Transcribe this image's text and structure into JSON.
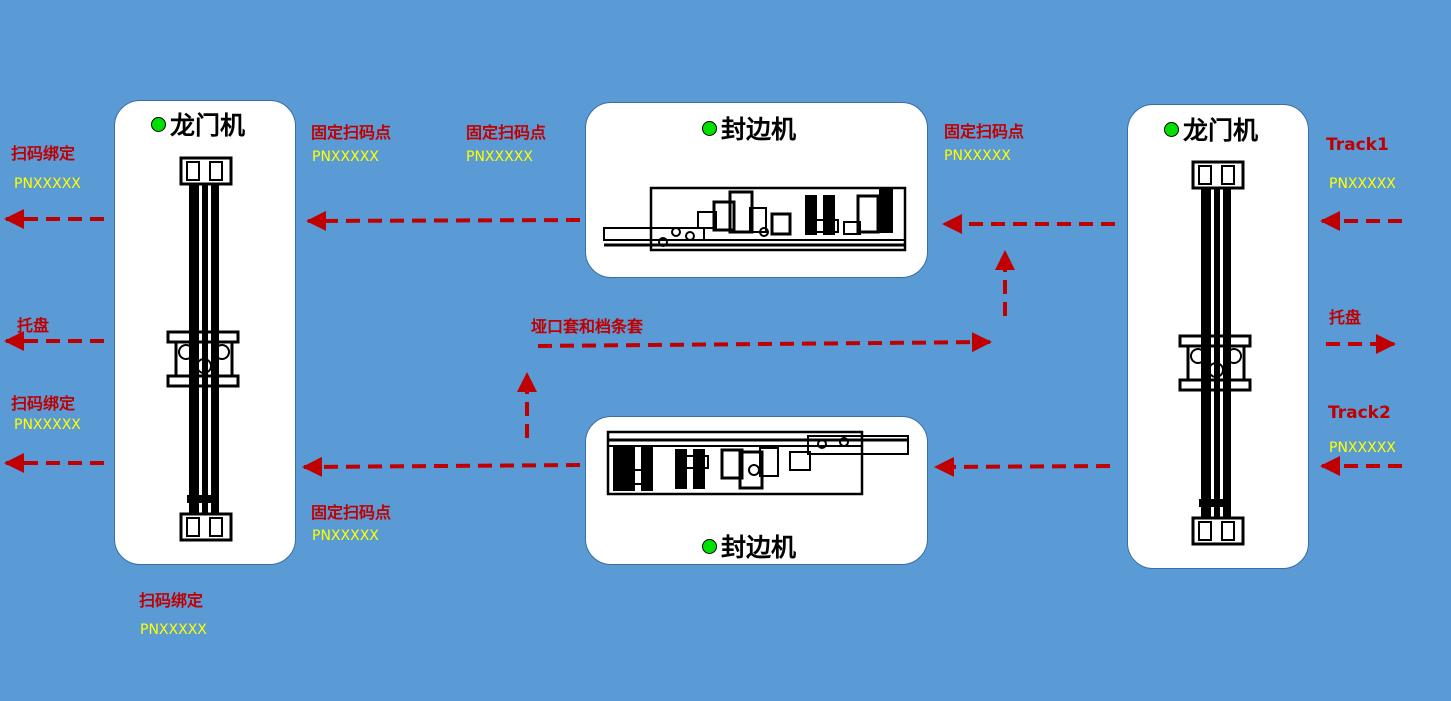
{
  "colors": {
    "background": "#5b9bd5",
    "arrow": "#c00000",
    "label": "#c00000",
    "code": "#ffff00",
    "status_dot": "#00e000"
  },
  "machines": {
    "gantry_left": {
      "title": "龙门机",
      "status": "online"
    },
    "edge_top": {
      "title": "封边机",
      "status": "online"
    },
    "edge_bottom": {
      "title": "封边机",
      "status": "online"
    },
    "gantry_right": {
      "title": "龙门机",
      "status": "online"
    }
  },
  "labels": {
    "left_out_top": {
      "text": "扫码绑定",
      "code": "PNXXXXX"
    },
    "left_tray": {
      "text": "托盘"
    },
    "left_out_bottom": {
      "text": "扫码绑定",
      "code": "PNXXXXX"
    },
    "left_bottom_bind": {
      "text": "扫码绑定",
      "code": "PNXXXXX"
    },
    "fixed_scan_lt": {
      "text": "固定扫码点",
      "code": "PNXXXXX"
    },
    "fixed_scan_tm": {
      "text": "固定扫码点",
      "code": "PNXXXXX"
    },
    "fixed_scan_tr": {
      "text": "固定扫码点",
      "code": "PNXXXXX"
    },
    "fixed_scan_lb": {
      "text": "固定扫码点",
      "code": "PNXXXXX"
    },
    "middle_flow": {
      "text": "垭口套和档条套"
    },
    "track1": {
      "text": "Track1",
      "code": "PNXXXXX"
    },
    "right_tray": {
      "text": "托盘"
    },
    "track2": {
      "text": "Track2",
      "code": "PNXXXXX"
    }
  }
}
